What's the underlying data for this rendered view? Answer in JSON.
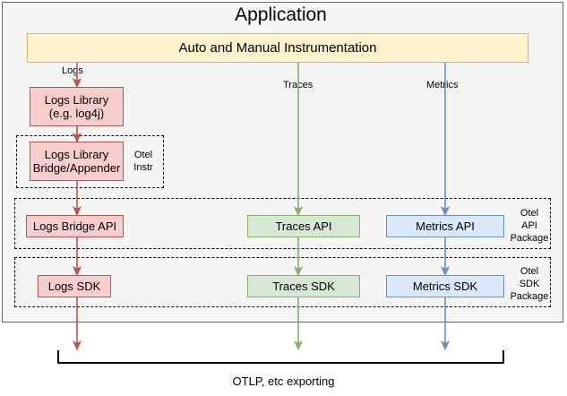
{
  "diagram": {
    "title": "Application",
    "colors": {
      "yellow_fill": "#fff2cc",
      "yellow_stroke": "#d6b656",
      "pink_fill": "#f8cecc",
      "pink_stroke": "#b85450",
      "green_fill": "#d5e8d4",
      "green_stroke": "#82b366",
      "blue_fill": "#dae8fc",
      "blue_stroke": "#6c8ebf",
      "container_fill": "#f5f5f5",
      "container_stroke": "#666666",
      "logs_arrow": "#b85450",
      "traces_arrow": "#82b366",
      "metrics_arrow": "#6c8ebf",
      "bracket": "#000000"
    },
    "instrumentation_box": {
      "label": "Auto and Manual Instrumentation"
    },
    "signal_labels": {
      "logs": "Logs",
      "traces": "Traces",
      "metrics": "Metrics"
    },
    "logs_library": {
      "line1": "Logs Library",
      "line2": "(e.g. log4j)"
    },
    "logs_bridge_appender": {
      "line1": "Logs Library",
      "line2": "Bridge/Appender"
    },
    "groups": {
      "otel_instr": {
        "line1": "Otel",
        "line2": "Instr"
      },
      "otel_api": {
        "line1": "Otel",
        "line2": "API",
        "line3": "Package"
      },
      "otel_sdk": {
        "line1": "Otel",
        "line2": "SDK",
        "line3": "Package"
      }
    },
    "api_row": {
      "logs": "Logs Bridge API",
      "traces": "Traces API",
      "metrics": "Metrics API"
    },
    "sdk_row": {
      "logs": "Logs SDK",
      "traces": "Traces SDK",
      "metrics": "Metrics SDK"
    },
    "export": {
      "label": "OTLP, etc exporting"
    }
  }
}
